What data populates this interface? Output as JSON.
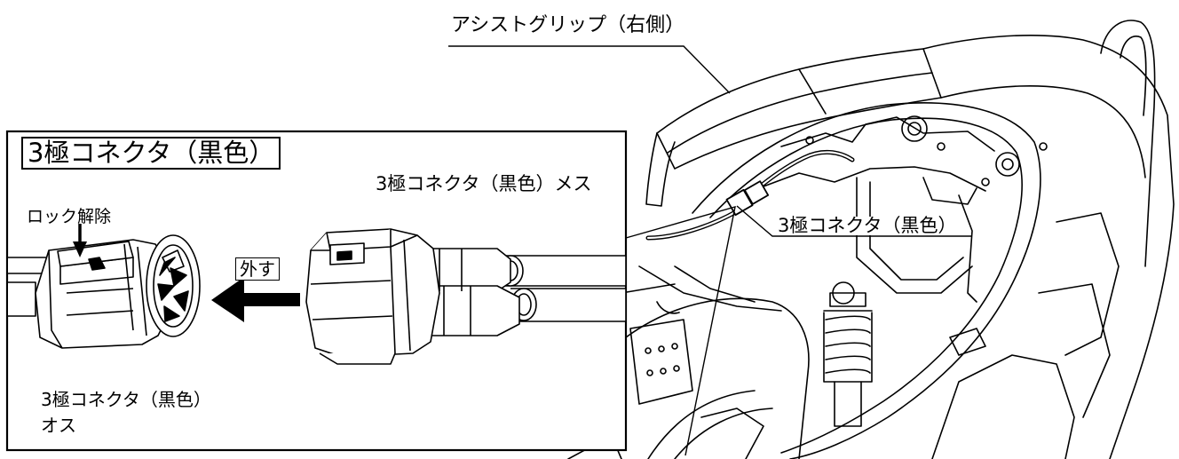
{
  "labels": {
    "assist_grip": "アシストグリップ（右側）",
    "inset_title": "3極コネクタ（黒色）",
    "connector_female": "3極コネクタ（黒色）メス",
    "connector_on_bike": "3極コネクタ（黒色）",
    "lock_release": "ロック解除",
    "disconnect": "外す",
    "connector_male_line1": "3極コネクタ（黒色）",
    "connector_male_line2": "オス"
  }
}
